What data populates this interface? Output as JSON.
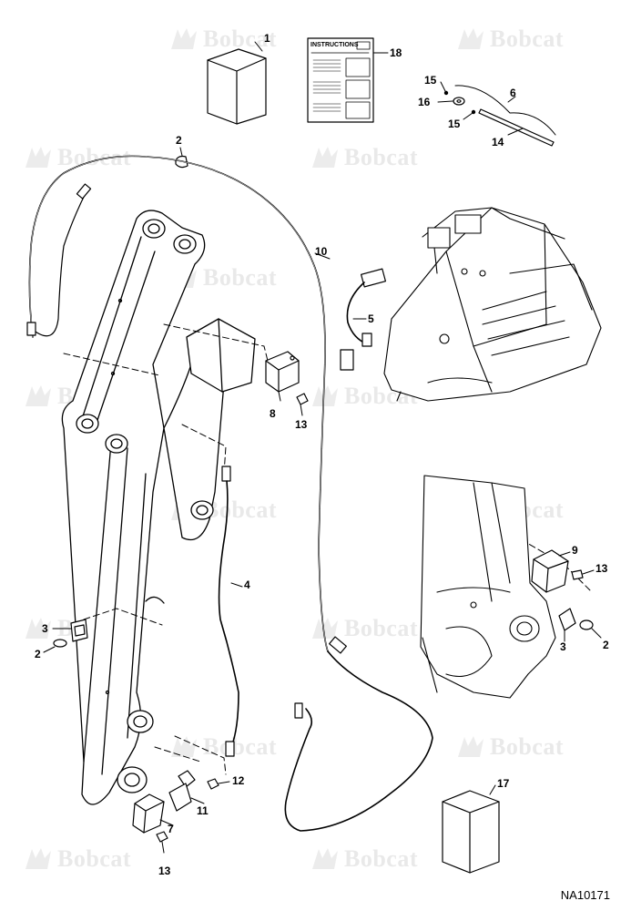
{
  "diagram": {
    "watermark_text": "Bobcat",
    "figure_id": "NA10171",
    "instruction_sheet_title": "INSTRUCTIONS",
    "callouts": [
      "1",
      "2",
      "3",
      "4",
      "5",
      "6",
      "7",
      "8",
      "9",
      "10",
      "11",
      "12",
      "13",
      "14",
      "15",
      "16",
      "17",
      "18"
    ]
  },
  "callouts": {
    "c1": "1",
    "c2a": "2",
    "c2b": "2",
    "c2c": "2",
    "c3a": "3",
    "c3b": "3",
    "c4": "4",
    "c5": "5",
    "c6": "6",
    "c7": "7",
    "c8": "8",
    "c9": "9",
    "c10": "10",
    "c11": "11",
    "c12": "12",
    "c13a": "13",
    "c13b": "13",
    "c13c": "13",
    "c14": "14",
    "c15a": "15",
    "c15b": "15",
    "c16": "16",
    "c17": "17",
    "c18": "18"
  }
}
